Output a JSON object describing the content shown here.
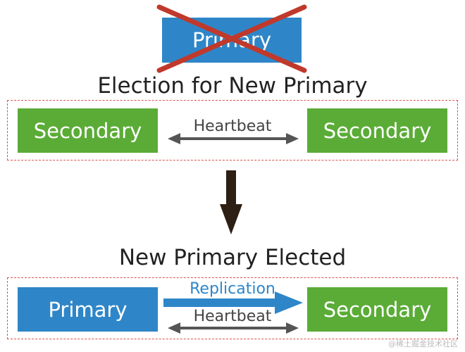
{
  "old_primary": {
    "label": "Primary"
  },
  "election": {
    "title": "Election for New Primary",
    "left_node": "Secondary",
    "right_node": "Secondary",
    "link_label": "Heartbeat"
  },
  "elected": {
    "title": "New Primary Elected",
    "left_node": "Primary",
    "right_node": "Secondary",
    "replication_label": "Replication",
    "heartbeat_label": "Heartbeat"
  },
  "watermark": "@稀土掘金技术社区",
  "colors": {
    "primary_blue": "#2e86c8",
    "secondary_green": "#5aac36",
    "cross_red": "#c0392b",
    "dash_red": "#d9534f",
    "arrow_gray": "#555555",
    "arrow_dark": "#2d1f14",
    "replication_blue": "#2e86c8"
  }
}
